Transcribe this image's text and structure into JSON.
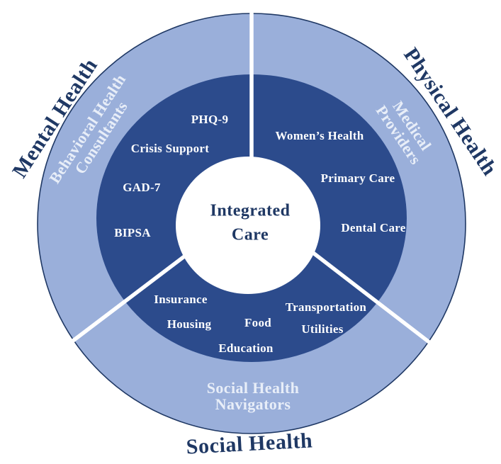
{
  "diagram_title": "Integrated Care",
  "center": {
    "label": "Integrated\nCare"
  },
  "sectors": [
    {
      "name": "Mental Health",
      "outer_label": "Mental Health",
      "ring_label": "Behavioral Health\nConsultants",
      "items": [
        "PHQ-9",
        "Crisis Support",
        "GAD-7",
        "BIPSA"
      ]
    },
    {
      "name": "Physical Health",
      "outer_label": "Physical Health",
      "ring_label": "Medical\nProviders",
      "items": [
        "Women’s Health",
        "Primary Care",
        "Dental Care"
      ]
    },
    {
      "name": "Social Health",
      "outer_label": "Social Health",
      "ring_label": "Social Health\nNavigators",
      "items": [
        "Insurance",
        "Housing",
        "Food",
        "Transportation",
        "Utilities",
        "Education"
      ]
    }
  ],
  "colors": {
    "outer_ring": "#9AAFDA",
    "inner_ring": "#2C4B8C",
    "navy_text": "#1F3864",
    "ring_label_text": "#E8EEF8",
    "item_text": "#FFFFFF",
    "hub_fill": "#FFFFFF"
  }
}
